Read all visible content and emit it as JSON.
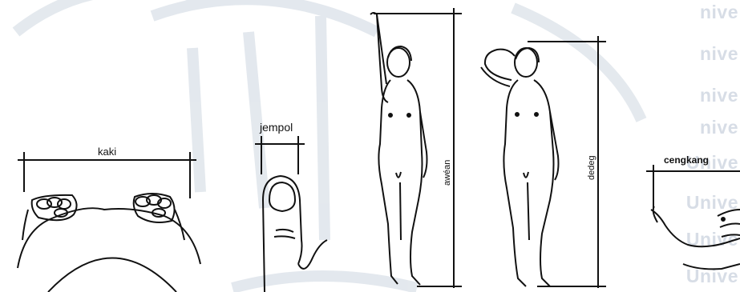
{
  "labels": {
    "kaki": "kaki",
    "jempol": "jempol",
    "awean": "awéan",
    "dedeg": "dedeg",
    "cengkang": "cengkang"
  },
  "watermark": {
    "lines": [
      "nive",
      "nive",
      "nive",
      "nive",
      "Unive",
      "Unive",
      "Unive",
      "Unive"
    ]
  },
  "colors": {
    "ink": "#111111",
    "watermark": "#d7dde6",
    "background": "#ffffff"
  }
}
